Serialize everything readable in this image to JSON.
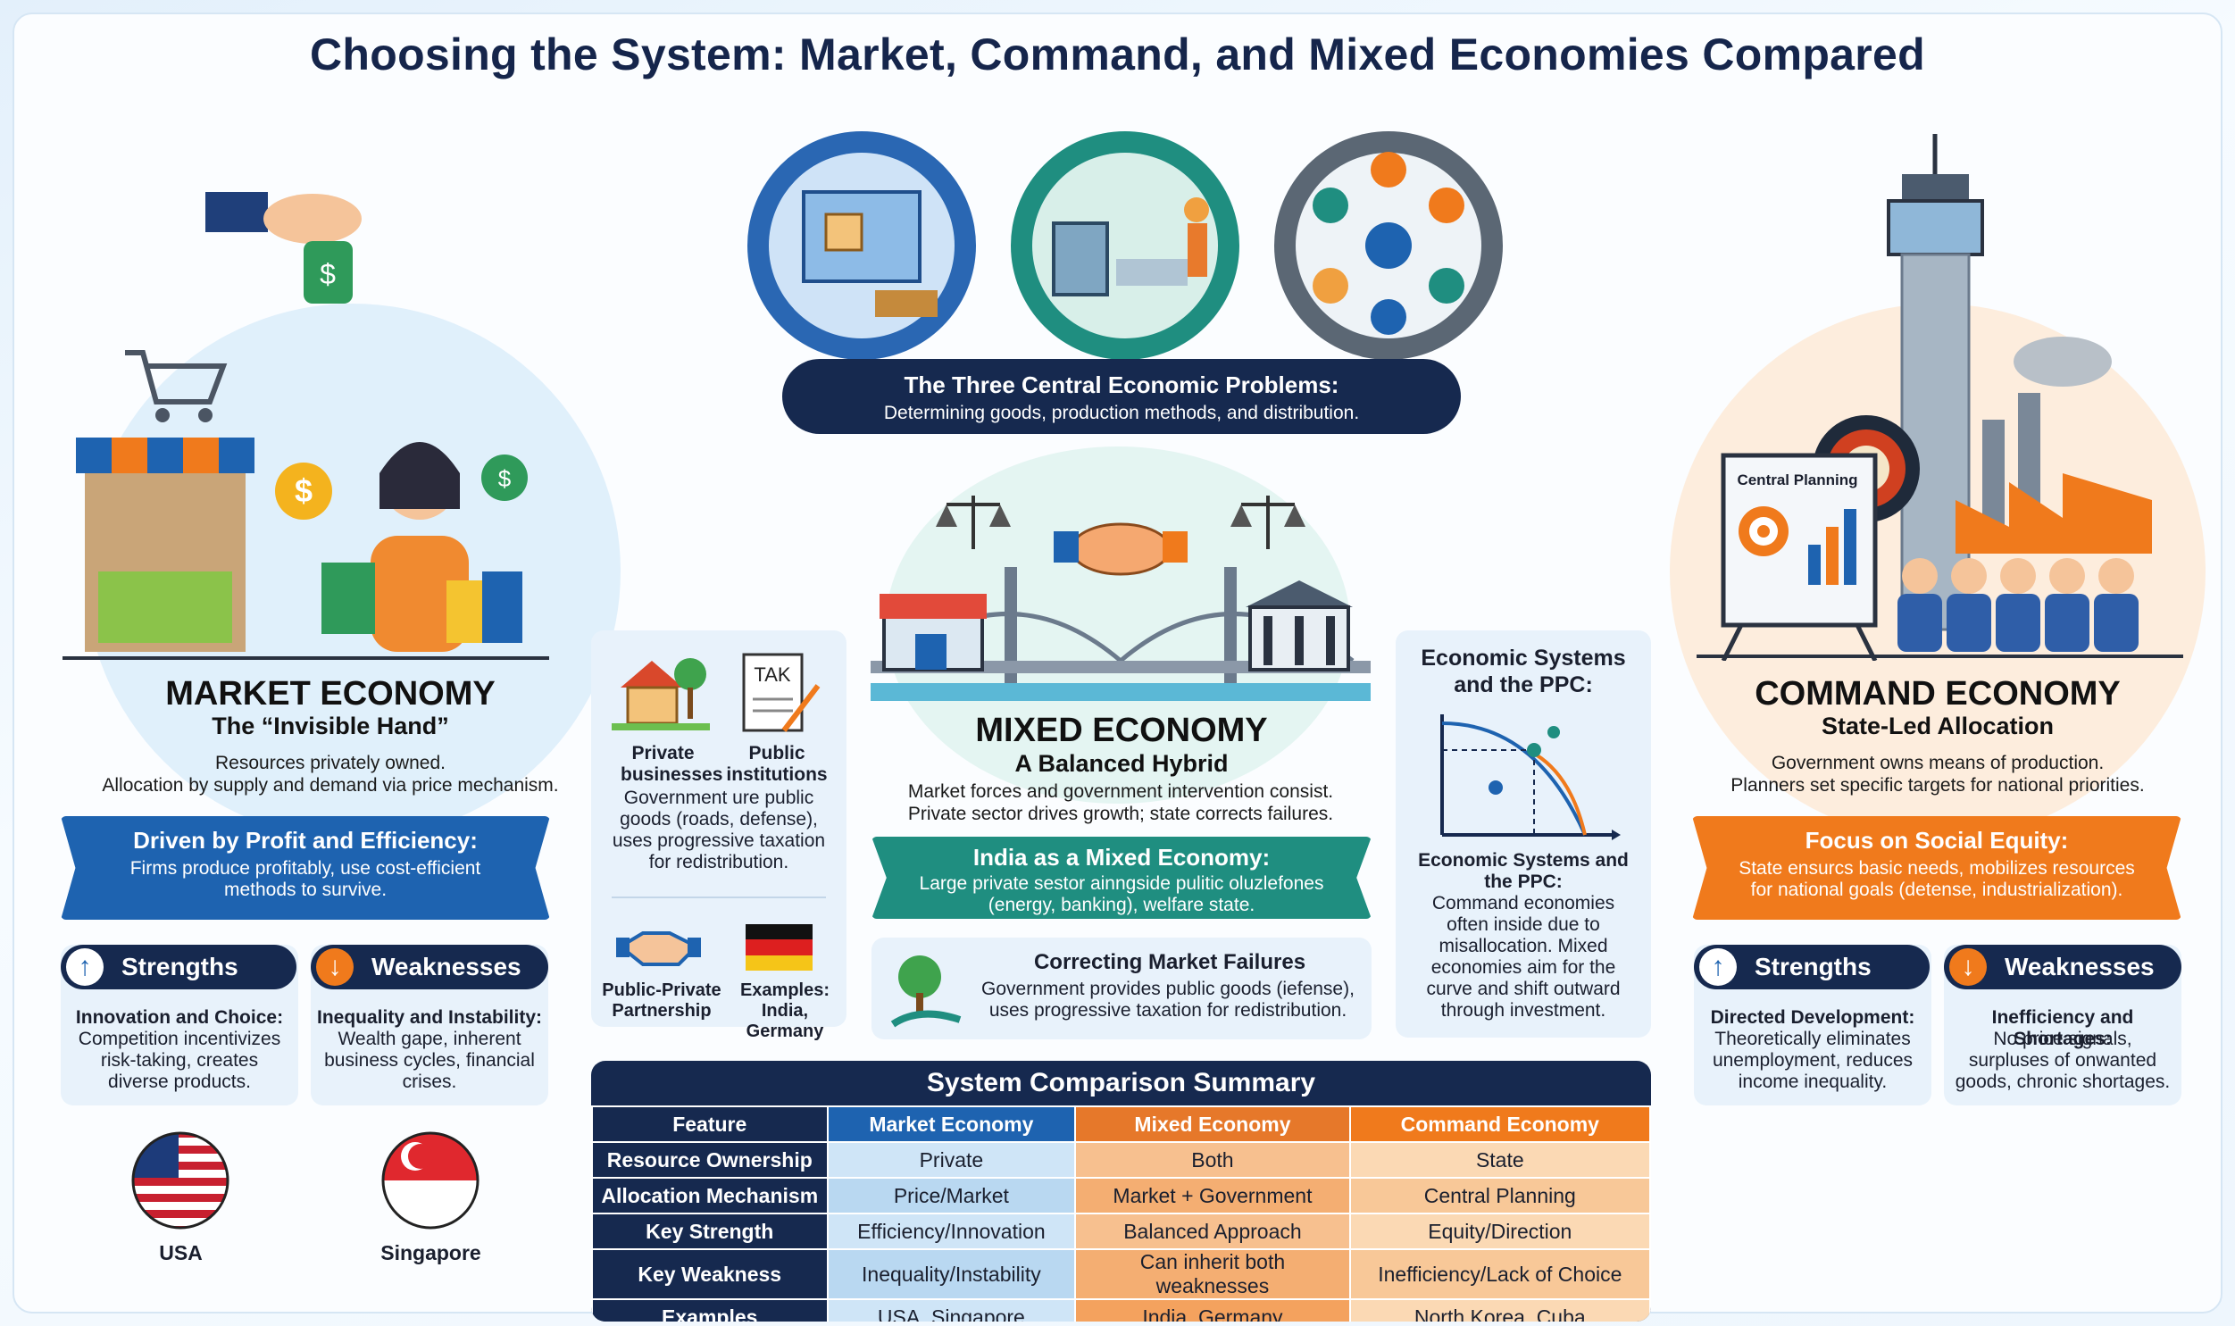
{
  "title": "Choosing the System: Market, Command, and Mixed Economies Compared",
  "problems": {
    "title": "The Three Central Economic Problems:",
    "body": "Determining goods, production methods, and distribution."
  },
  "market": {
    "heading": "MARKET ECONOMY",
    "subheading": "The “Invisible Hand”",
    "desc1": "Resources privately owned.",
    "desc2": "Allocation by supply and demand via price mechanism.",
    "banner_title": "Driven by Profit and Efficiency:",
    "banner_body": "Firms produce profitably, use cost-efficient methods to survive.",
    "strengths_label": "Strengths",
    "strengths_title": "Innovation and Choice:",
    "strengths_body": "Competition incentivizes risk-taking, creates diverse products.",
    "weaknesses_label": "Weaknesses",
    "weaknesses_title": "Inequality and Instability:",
    "weaknesses_body": "Wealth gape, inherent business cycles, financial crises.",
    "flags": [
      "USA",
      "Singapore"
    ]
  },
  "mixed": {
    "heading": "MIXED ECONOMY",
    "subheading": "A Balanced Hybrid",
    "desc1": "Market forces and government intervention consist.",
    "desc2": "Private sector drives growth; state corrects failures.",
    "india_title": "India as a Mixed Economy:",
    "india_body": "Large private sestor ainngside pulitic oluzlefones (energy, banking), welfare state.",
    "correct_title": "Correcting Market Failures",
    "correct_body": "Government provides public goods (iefense), uses progressive taxation for redistribution.",
    "private_label": "Private businesses",
    "public_label": "Public institutions",
    "tax_text": "TAK",
    "public_body": "Government ure public goods (roads, defense), uses progressive taxation for redistribution.",
    "ppp_label": "Public-Private Partnership",
    "examples_label": "Examples: India, Germany"
  },
  "ppc": {
    "title": "Economic Systems and the PPC:",
    "sub_title": "Economic Systems and the PPC:",
    "body": "Command economies often inside due to misallocation. Mixed economies aim for the curve and shift outward through investment."
  },
  "command": {
    "heading": "COMMAND ECONOMY",
    "subheading": "State-Led Allocation",
    "desc1": "Government owns means of production.",
    "desc2": "Planners set specific targets for national priorities.",
    "board_label": "Central Planning",
    "banner_title": "Focus on Social Equity:",
    "banner_body": "State ensurcs basic needs, mobilizes resources for national goals (detense, industrialization).",
    "strengths_label": "Strengths",
    "strengths_title": "Directed Development:",
    "strengths_body": "Theoretically eliminates unemployment, reduces income inequality.",
    "weaknesses_label": "Weaknesses",
    "weaknesses_title": "Inefficiency and Shortages:",
    "weaknesses_body": "No price signals, surpluses of onwanted goods, chronic shortages."
  },
  "summary": {
    "title": "System Comparison Summary",
    "headers": [
      "Feature",
      "Market Economy",
      "Mixed Economy",
      "Command Economy"
    ],
    "rows": [
      [
        "Resource Ownership",
        "Private",
        "Both",
        "State"
      ],
      [
        "Allocation Mechanism",
        "Price/Market",
        "Market + Government",
        "Central Planning"
      ],
      [
        "Key Strength",
        "Efficiency/Innovation",
        "Balanced Approach",
        "Equity/Direction"
      ],
      [
        "Key Weakness",
        "Inequality/Instability",
        "Can inherit both weaknesses",
        "Inefficiency/Lack of Choice"
      ],
      [
        "Examples",
        "USA, Singapore",
        "India, Germany",
        "North Korea, Cuba"
      ]
    ]
  },
  "colors": {
    "navy": "#16294f",
    "blue": "#1e63b0",
    "orange": "#f07a1c",
    "green": "#1f8e80"
  }
}
